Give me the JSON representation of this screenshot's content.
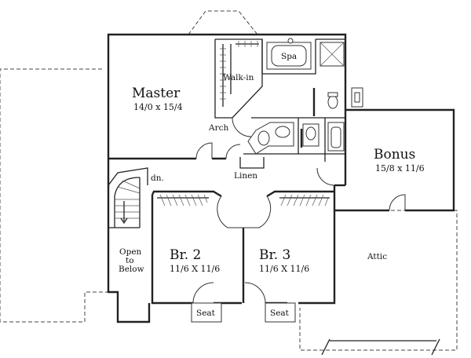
{
  "rooms": {
    "master": {
      "name": "Master",
      "size": "14/0 x 15/4"
    },
    "bonus": {
      "name": "Bonus",
      "size": "15/8 x 11/6"
    },
    "br2": {
      "name": "Br. 2",
      "size": "11/6 X 11/6"
    },
    "br3": {
      "name": "Br. 3",
      "size": "11/6 X 11/6"
    }
  },
  "labels": {
    "spa": "Spa",
    "walkin": "Walk-in",
    "arch": "Arch",
    "dn": "dn.",
    "linen": "Linen",
    "open_line1": "Open",
    "open_line2": "to",
    "open_line3": "Below",
    "attic": "Attic",
    "seat_left": "Seat",
    "seat_right": "Seat"
  }
}
